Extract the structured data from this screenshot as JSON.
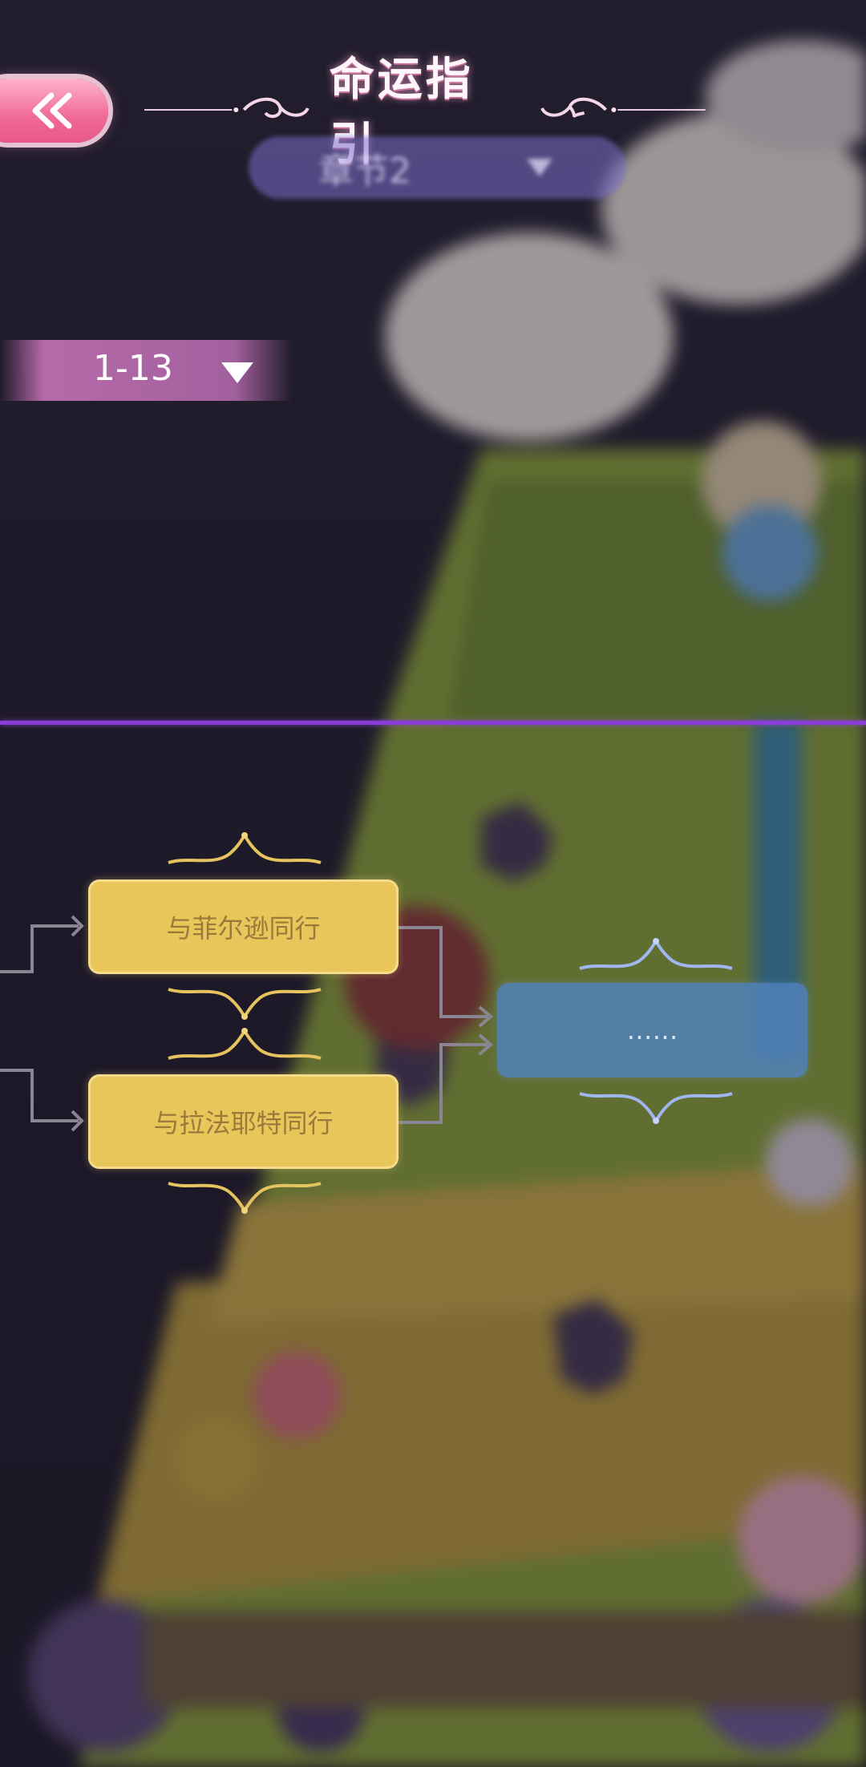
{
  "header": {
    "title": "命运指引"
  },
  "chapter_select": {
    "label": "章节2"
  },
  "level_select": {
    "label": "1-13"
  },
  "flow": {
    "choices": [
      {
        "label": "与菲尔逊同行"
      },
      {
        "label": "与拉法耶特同行"
      }
    ],
    "result": {
      "label": "……"
    }
  },
  "colors": {
    "accent_pink": "#f06a98",
    "divider_purple": "#8b3bd6",
    "choice_gold": "#e8c65a",
    "result_blue": "#5082be"
  },
  "icons": {
    "back": "double-chevron-left-icon",
    "dropdown": "triangle-down-icon"
  }
}
